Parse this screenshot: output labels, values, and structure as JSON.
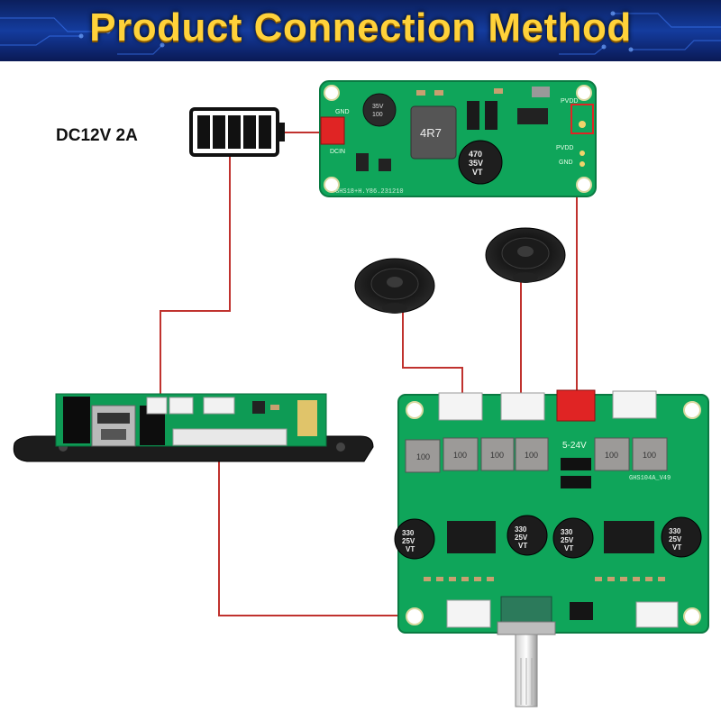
{
  "header": {
    "title": "Product Connection Method"
  },
  "power": {
    "label": "DC12V 2A"
  },
  "dcdc_board": {
    "pin_gnd": "GND",
    "pin_dcin": "DCIN",
    "pin_pvdd": "PVDD",
    "pin_pvdd_2": "PVDD",
    "pin_gnd_2": "GND",
    "inductor": "4R7",
    "cap_small": [
      "35V",
      "100"
    ],
    "cap_large": [
      "470",
      "35V",
      "VT"
    ],
    "silk": "GHS18+H.Y86.231210"
  },
  "amp_board": {
    "voltage_label": "5-24V",
    "inductors": [
      "100",
      "100",
      "100",
      "100",
      "100",
      "100"
    ],
    "silk": "GHS104A_V49",
    "caps": [
      [
        "330",
        "25V",
        "VT"
      ],
      [
        "330",
        "25V",
        "VT"
      ],
      [
        "330",
        "25V",
        "VT"
      ],
      [
        "330",
        "25V",
        "VT"
      ]
    ]
  },
  "colors": {
    "wire": "#c0322e",
    "pcb": "#0fa55a",
    "banner_text": "#ffd23a"
  }
}
